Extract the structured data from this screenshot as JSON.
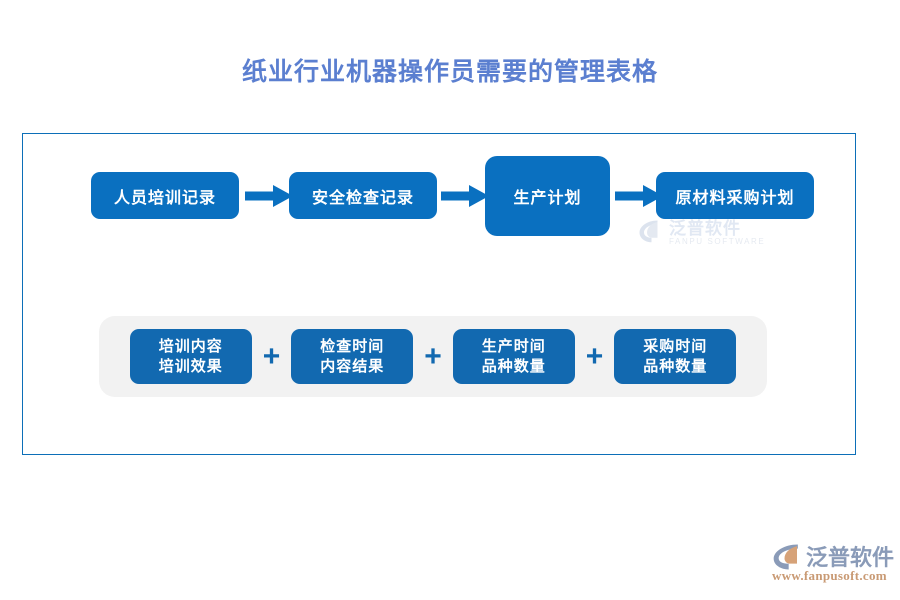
{
  "title": "纸业行业机器操作员需要的管理表格",
  "colors": {
    "title": "#5b7fd0",
    "box_blue": "#0a70c0",
    "detail_blue": "#1269b0",
    "frame_border": "#0c6fb8",
    "band_gray": "#f2f2f2",
    "logo_gray": "#8a9bb8",
    "logo_orange": "#c99a74",
    "page_bg": "#ffffff"
  },
  "flow": {
    "boxes": [
      {
        "label": "人员培训记录"
      },
      {
        "label": "安全检查记录"
      },
      {
        "label": "生产计划"
      },
      {
        "label": "原材料采购计划"
      }
    ],
    "arrows": [
      {
        "name": "arrow-1"
      },
      {
        "name": "arrow-2"
      },
      {
        "name": "arrow-3"
      }
    ]
  },
  "details": {
    "separator": "+",
    "boxes": [
      {
        "line1": "培训内容",
        "line2": "培训效果"
      },
      {
        "line1": "检查时间",
        "line2": "内容结果"
      },
      {
        "line1": "生产时间",
        "line2": "品种数量"
      },
      {
        "line1": "采购时间",
        "line2": "品种数量"
      }
    ]
  },
  "watermark": {
    "name": "泛普软件",
    "sub": "FANPU SOFTWARE"
  },
  "brand": {
    "name": "泛普软件",
    "url": "www.fanpusoft.com"
  }
}
